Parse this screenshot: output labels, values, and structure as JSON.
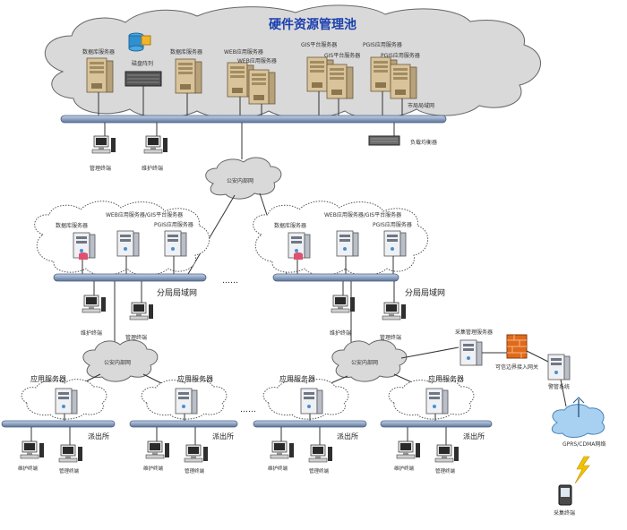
{
  "title": "硬件资源管理池",
  "pool_servers": {
    "db": "数据库服务器",
    "db2": "数据库服务器",
    "storage": "磁盘阵列",
    "web1": "WEB应用服务器",
    "web2": "WEB应用服务器",
    "gis1": "GIS平台服务器",
    "gis2": "GIS平台服务器",
    "pgis1": "PGIS应用服务器",
    "pgis2": "PGIS应用服务器"
  },
  "lan_city": "市局局域网",
  "load_balancer": "负载均衡器",
  "terminals": {
    "manage": "管理终端",
    "maintain": "维护终端"
  },
  "cloud_intranet": "公安内部网",
  "branch_servers": {
    "db": "数据库服务器",
    "web_gis": "WEB应用服务器/GIS平台服务器",
    "pgis": "PGIS应用服务器"
  },
  "lan_branch": "分局局域网",
  "ellipsis": "……",
  "app_server": "应用服务器",
  "station": "派出所",
  "collect_mgmt_server": "采集管理服务器",
  "gateway": "可信边界接入网关",
  "alarm_system": "警管系统",
  "mobile_network": "GPRS/CDMA网络",
  "collect_terminal": "采集终端",
  "colors": {
    "cloud_fill": "#d8d8d8",
    "cloud_stroke": "#555555",
    "bus_fill": "#9cb0cc",
    "bus_stroke": "#4a5f80",
    "server_tan": "#d8c29a",
    "title_color": "#1a3fae",
    "lightning": "#f2c200",
    "firewall": "#e06a1a"
  }
}
